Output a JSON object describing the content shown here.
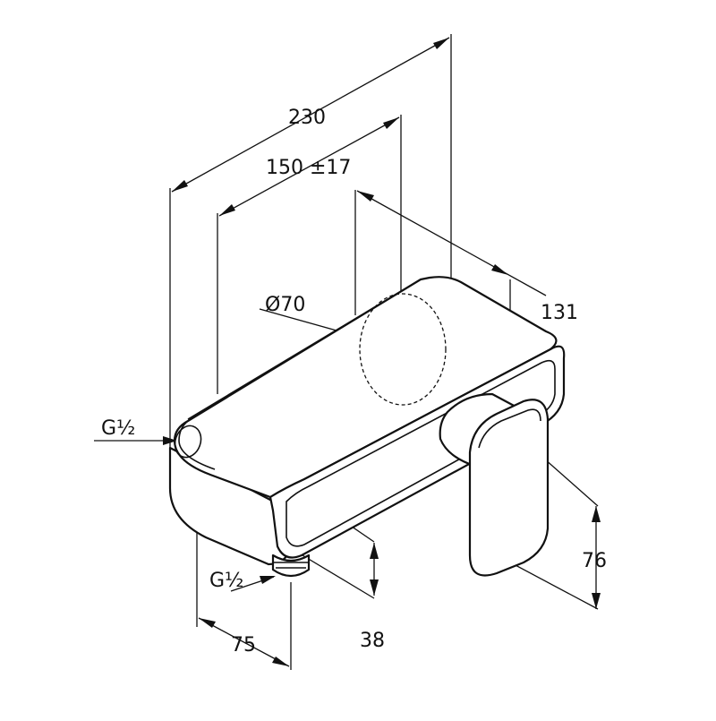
{
  "dimensions": {
    "overall_length": "230",
    "center_distance": "150 ±17",
    "depth": "131",
    "diameter": "Ø70",
    "inlet_thread_left": "G½",
    "inlet_thread_bottom": "G½",
    "outlet_offset": "75",
    "outlet_height": "38",
    "handle_height": "76"
  },
  "colors": {
    "line": "#111111",
    "background": "#ffffff"
  }
}
